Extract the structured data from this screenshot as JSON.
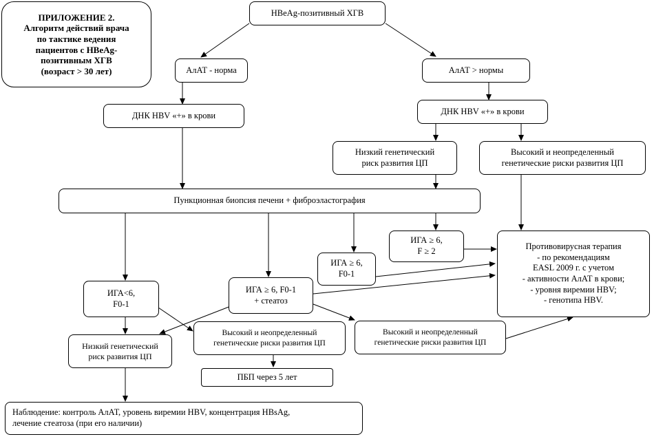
{
  "title": "ПРИЛОЖЕНИЕ 2.\nАлгоритм действий врача\nпо тактике ведения\nпациентов с HBeAg-\nпозитивным ХГВ\n(возраст > 30 лет)",
  "nodes": {
    "hbeag": "HBeAg-позитивный ХГВ",
    "alt_norm": "АлАТ - норма",
    "alt_above": "АлАТ > нормы",
    "dna_left": "ДНК HBV «+» в крови",
    "dna_right": "ДНК HBV «+» в крови",
    "low_risk_top": "Низкий генетический\nриск развития ЦП",
    "high_risk_top": "Высокий и неопределенный\nгенетические риски развития ЦП",
    "biopsy": "Пункционная биопсия печени  + фиброэластография",
    "iga6_f2": "ИГА ≥ 6,\nF ≥ 2",
    "therapy": "Противовирусная терапия\n- по рекомендациям\nEASL 2009 г. с учетом\n- активности АлАТ в крови;\n- уровня виремии  HBV;\n- генотипа HBV.",
    "iga6_f01": "ИГА ≥ 6,\nF0-1",
    "iga_lt6": "ИГА<6,\nF0-1",
    "iga6_steatosis": "ИГА ≥ 6, F0-1\n+ стеатоз",
    "low_risk_bottom": "Низкий генетический\nриск развития ЦП",
    "high_risk_mid": "Высокий и неопределенный\nгенетические риски развития ЦП",
    "high_risk_right": "Высокий и неопределенный\nгенетические риски развития ЦП",
    "pbp": "ПБП через 5 лет",
    "observation": "Наблюдение: контроль АлАТ, уровень виремии HBV, концентрация HBsAg,\nлечение стеатоза (при его наличии)"
  }
}
